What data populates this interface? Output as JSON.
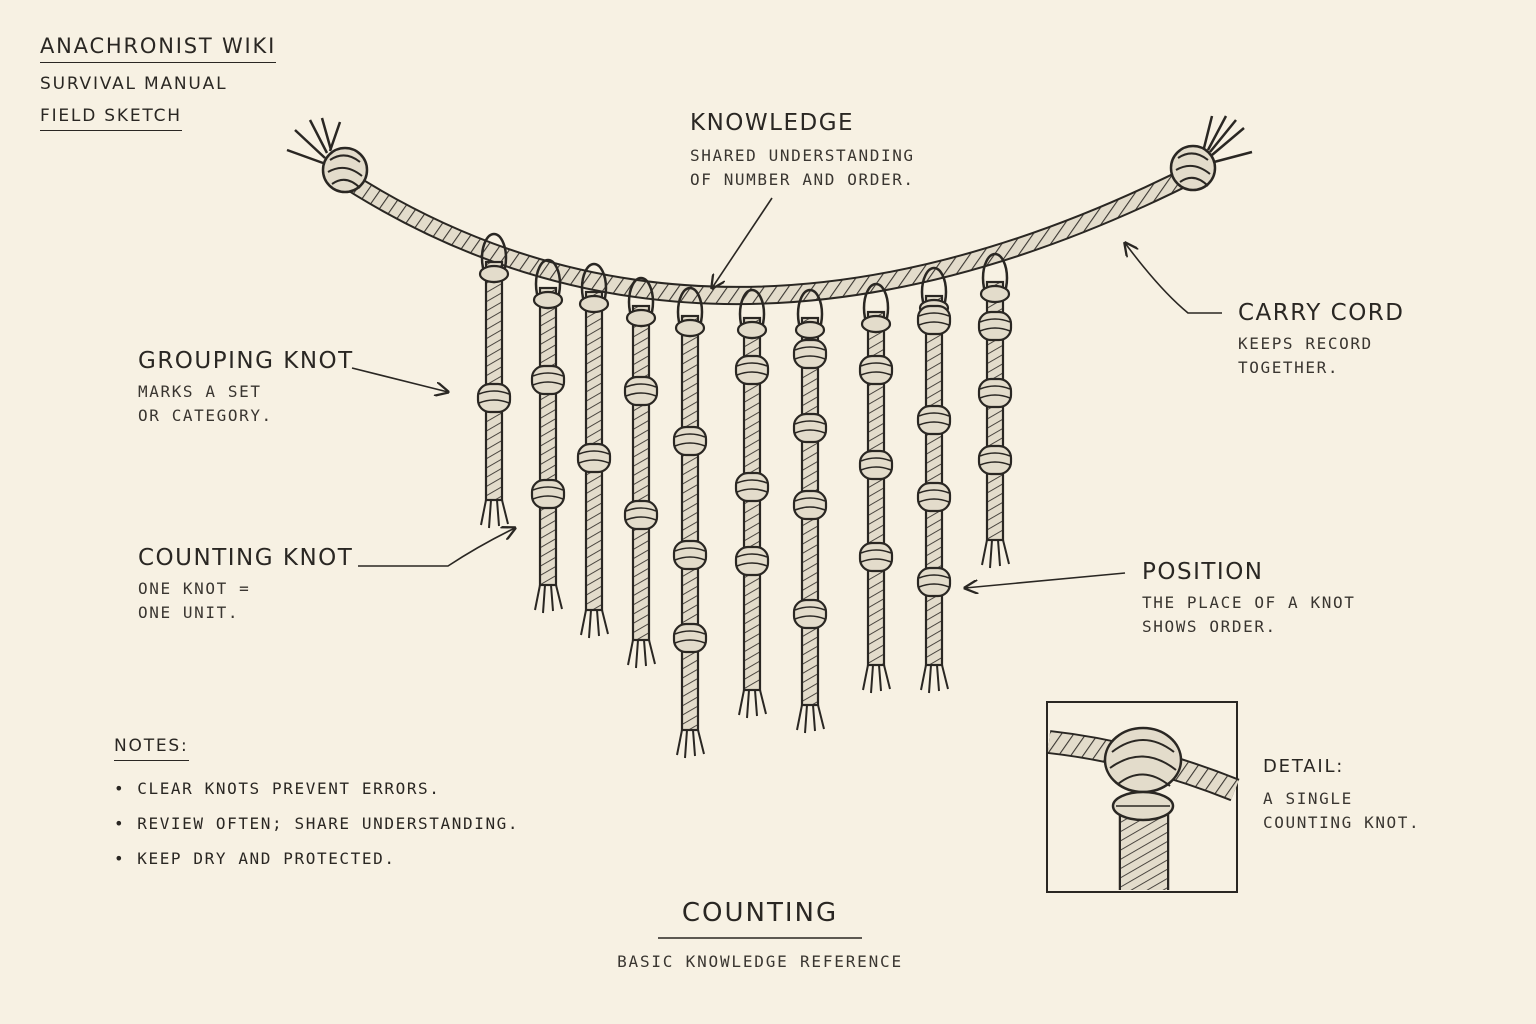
{
  "header": {
    "title": "ANACHRONIST WIKI",
    "line1": "SURVIVAL MANUAL",
    "line2": "FIELD SKETCH"
  },
  "labels": {
    "knowledge": {
      "title": "KNOWLEDGE",
      "line1": "SHARED UNDERSTANDING",
      "line2": "OF NUMBER AND ORDER."
    },
    "carry_cord": {
      "title": "CARRY CORD",
      "line1": "KEEPS RECORD",
      "line2": "TOGETHER."
    },
    "grouping_knot": {
      "title": "GROUPING KNOT",
      "line1": "MARKS A SET",
      "line2": "OR CATEGORY."
    },
    "counting_knot": {
      "title": "COUNTING KNOT",
      "line1": "ONE KNOT =",
      "line2": "ONE UNIT."
    },
    "position": {
      "title": "POSITION",
      "line1": "THE PLACE OF A KNOT",
      "line2": "SHOWS ORDER."
    }
  },
  "notes": {
    "title": "NOTES:",
    "items": [
      "CLEAR KNOTS PREVENT ERRORS.",
      "REVIEW OFTEN; SHARE UNDERSTANDING.",
      "KEEP DRY AND PROTECTED."
    ]
  },
  "detail": {
    "title": "DETAIL:",
    "line1": "A SINGLE",
    "line2": "COUNTING KNOT."
  },
  "footer": {
    "title": "COUNTING",
    "subtitle": "BASIC KNOWLEDGE REFERENCE"
  },
  "colors": {
    "ink": "#2a2723",
    "paper": "#f7f1e3",
    "cord": "#d9d1bf"
  }
}
